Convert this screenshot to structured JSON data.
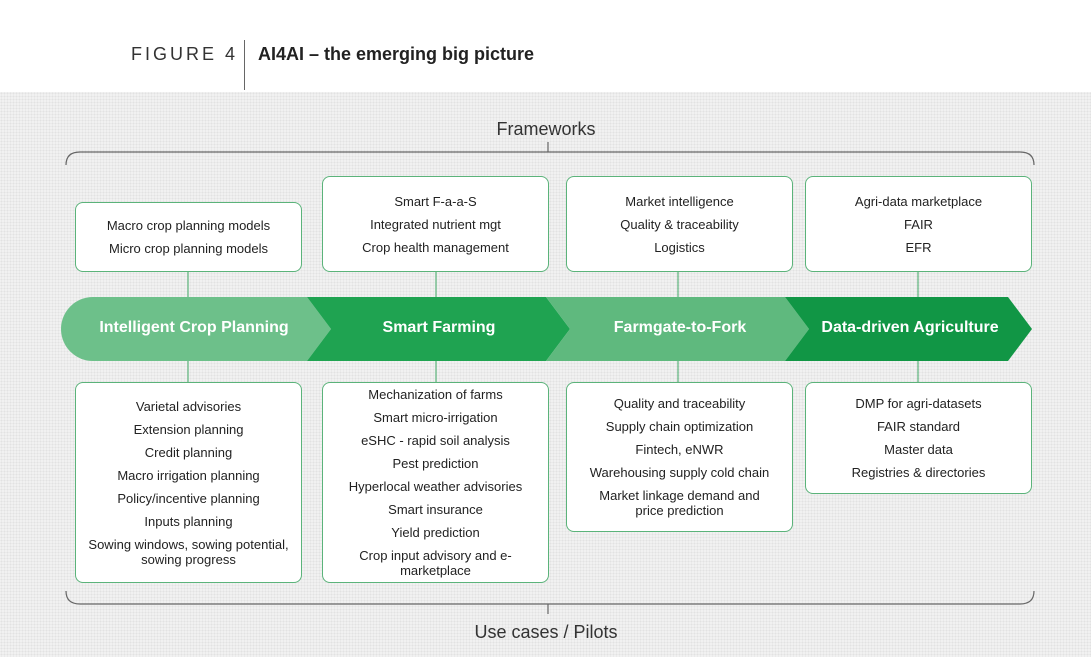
{
  "figure": {
    "label": "FIGURE 4",
    "title": "AI4AI – the emerging big picture"
  },
  "frameworks_label": "Frameworks",
  "usecases_label": "Use cases / Pilots",
  "stages": [
    {
      "label": "Intelligent Crop Planning",
      "color": "#6dc08a",
      "frameworks": [
        "Macro crop planning models",
        "Micro crop planning models"
      ],
      "use_cases": [
        "Varietal advisories",
        "Extension planning",
        "Credit planning",
        "Macro irrigation planning",
        "Policy/incentive planning",
        "Inputs planning",
        "Sowing windows, sowing potential, sowing progress"
      ]
    },
    {
      "label": "Smart Farming",
      "color": "#1fa351",
      "frameworks": [
        "Smart F-a-a-S",
        "Integrated nutrient mgt",
        "Crop health management"
      ],
      "use_cases": [
        "Mechanization of farms",
        "Smart micro-irrigation",
        "eSHC - rapid soil analysis",
        "Pest prediction",
        "Hyperlocal weather advisories",
        "Smart insurance",
        "Yield prediction",
        "Crop input advisory and e-marketplace"
      ]
    },
    {
      "label": "Farmgate-to-Fork",
      "color": "#5fb97e",
      "frameworks": [
        "Market intelligence",
        "Quality & traceability",
        "Logistics"
      ],
      "use_cases": [
        "Quality and traceability",
        "Supply chain optimization",
        "Fintech, eNWR",
        "Warehousing supply cold chain",
        "Market linkage demand and price prediction"
      ]
    },
    {
      "label": "Data-driven Agriculture",
      "color": "#119645",
      "frameworks": [
        "Agri-data marketplace",
        "FAIR",
        "EFR"
      ],
      "use_cases": [
        "DMP for agri-datasets",
        "FAIR standard",
        "Master data",
        "Registries & directories"
      ]
    }
  ],
  "colors": {
    "box_border": "#5bb37a",
    "bracket": "#666666",
    "connector": "#5bb37a"
  }
}
